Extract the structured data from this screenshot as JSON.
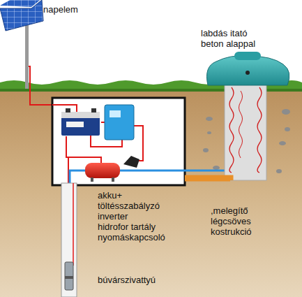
{
  "diagram": {
    "labels": [
      "napelem",
      "labdás itató beton alappal",
      "akku+",
      "töltésszabályzó",
      "inverter",
      "hidrofor tartály",
      "nyomáskapcsoló",
      "búvárszivattyú",
      ",melegítő légcsöves kostrukció"
    ]
  }
}
